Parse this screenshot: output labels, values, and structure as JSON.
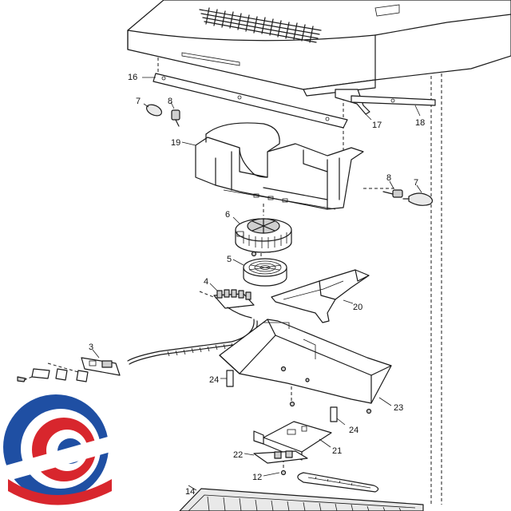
{
  "callouts": {
    "c16": "16",
    "c7a": "7",
    "c8a": "8",
    "c17": "17",
    "c18": "18",
    "c19": "19",
    "c8b": "8",
    "c7b": "7",
    "c6": "6",
    "c5": "5",
    "c4": "4",
    "c20": "20",
    "c3": "3",
    "c24a": "24",
    "c23": "23",
    "c24b": "24",
    "c21": "21",
    "c22": "22",
    "c12": "12",
    "c14": "14"
  },
  "colors": {
    "line": "#1a1a1a",
    "logo_blue": "#1f4fa3",
    "logo_red": "#d8262d"
  },
  "icons": [
    "dashed-guide-lines",
    "brand-logo-icon"
  ]
}
